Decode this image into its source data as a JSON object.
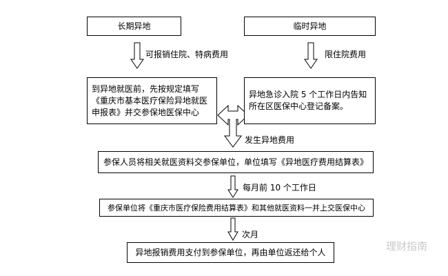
{
  "flow": {
    "top_left": "长期异地",
    "top_right": "临时异地",
    "label_left_arrow": "可报销住院、特病费用",
    "label_right_arrow": "限住院费用",
    "box_left": "到异地就医前，先按规定填写《重庆市基本医疗保险异地就医申报表》并交参保地医保中心",
    "box_right": "异地急诊入院 5 个工作日内告知所在区医保中心登记备案。",
    "label_merge": "发生异地费用",
    "step1": "参保人员将相关就医资料交参保单位，单位填写《异地医疗费用结算表》",
    "label_step1": "每月前 10 个工作日",
    "step2": "参保单位将《重庆市医疗保险费用结算表》和其他就医资料一并上交医保中心",
    "label_step2": "次月",
    "step3": "异地报销费用支付到参保单位，再由单位返还给个人"
  },
  "watermark": "理财指南",
  "colors": {
    "line": "#000000",
    "background": "#ffffff",
    "watermark": "#c8c8c8"
  }
}
